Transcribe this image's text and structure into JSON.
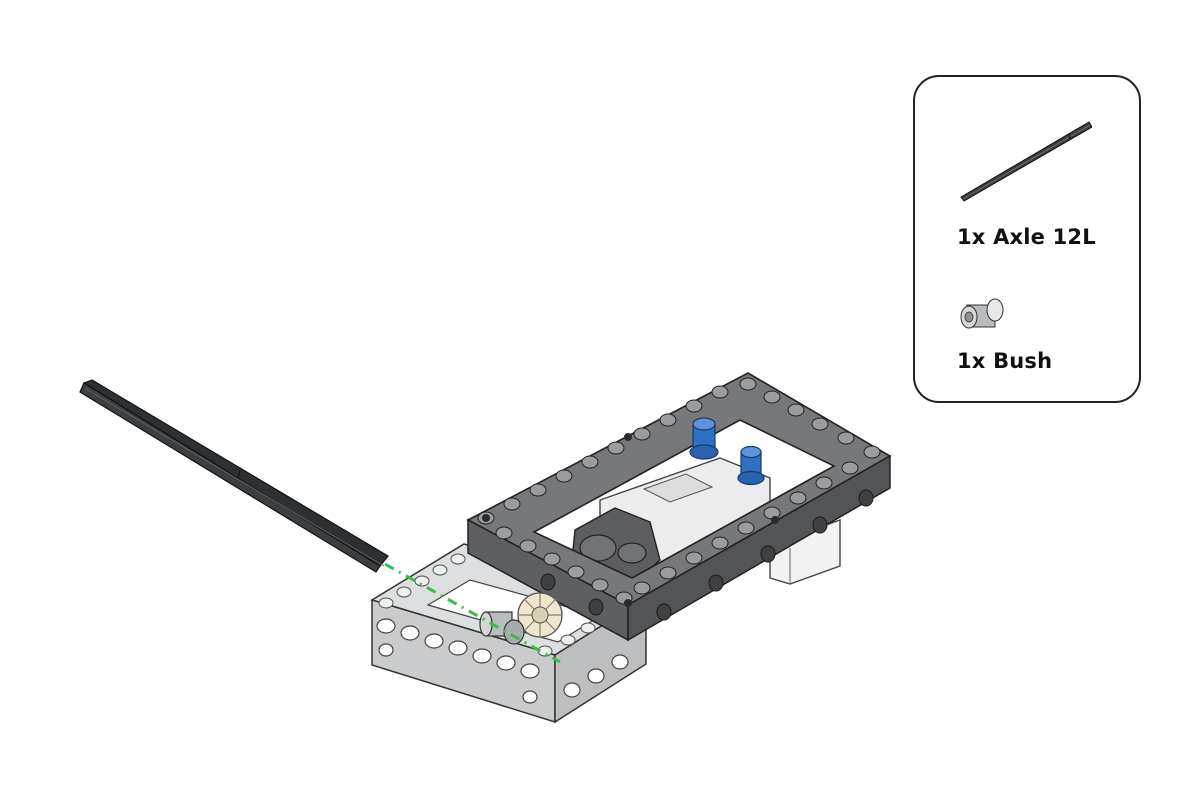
{
  "parts_list": [
    {
      "quantity": "1x",
      "name": "Axle 12L",
      "label": "1x Axle 12L",
      "icon": "axle-12l-icon",
      "color": "#3a3d40"
    },
    {
      "quantity": "1x",
      "name": "Bush",
      "label": "1x Bush",
      "icon": "bush-icon",
      "color": "#b9bcbf"
    }
  ],
  "colors": {
    "dark_frame": "#6e7073",
    "light_frame": "#d6d8da",
    "pin_blue": "#2f6fc4",
    "axle": "#2e3134",
    "motor_white": "#ececec",
    "motor_dark": "#5a5c5f",
    "gear": "#efe6cf",
    "guide_line": "#3cbc4a"
  }
}
